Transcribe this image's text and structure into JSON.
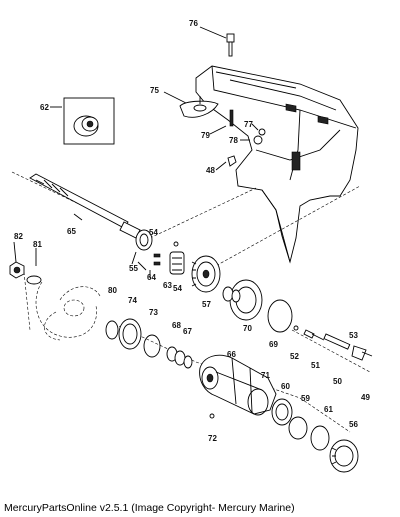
{
  "diagram": {
    "callouts": [
      "76",
      "75",
      "62",
      "79",
      "77",
      "78",
      "48",
      "65",
      "82",
      "81",
      "54",
      "55",
      "64",
      "63",
      "54",
      "53",
      "57",
      "70",
      "69",
      "52",
      "51",
      "50",
      "49",
      "80",
      "74",
      "73",
      "68",
      "67",
      "66",
      "71",
      "60",
      "59",
      "61",
      "56",
      "72"
    ]
  },
  "footer": {
    "text": "MercuryPartsOnline v2.5.1 (Image Copyright- Mercury Marine)"
  }
}
